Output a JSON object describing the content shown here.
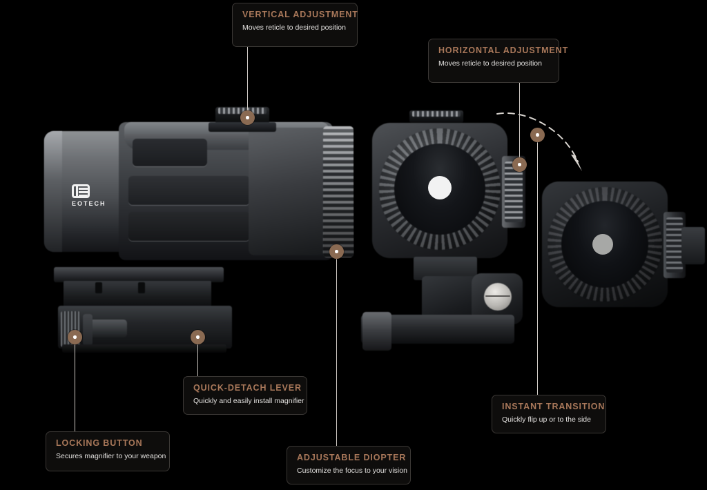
{
  "page": {
    "background_color": "#000000",
    "accent_color": "#a9785a",
    "marker_color": "#8a6a52",
    "leader_color": "#cfcac5",
    "box_bg": "#0e0d0c",
    "box_border": "#3b3835"
  },
  "brand": {
    "name": "EOTECH",
    "logo_icon": "eotech-logo-icon"
  },
  "callouts": [
    {
      "id": "vertical-adjustment",
      "title": "VERTICAL  ADJUSTMENT",
      "description": "Moves reticle to desired position"
    },
    {
      "id": "horizontal-adjustment",
      "title": "HORIZONTAL ADJUSTMENT",
      "description": "Moves reticle to desired position"
    },
    {
      "id": "quick-detach-lever",
      "title": "QUICK-DETACH LEVER",
      "description": "Quickly and easily install magnifier"
    },
    {
      "id": "locking-button",
      "title": "LOCKING BUTTON",
      "description": "Secures magnifier to your weapon"
    },
    {
      "id": "adjustable-diopter",
      "title": "ADJUSTABLE DIOPTER",
      "description": "Customize the focus to your vision"
    },
    {
      "id": "instant-transition",
      "title": "INSTANT TRANSITION",
      "description": "Quickly flip up or to the side"
    }
  ]
}
